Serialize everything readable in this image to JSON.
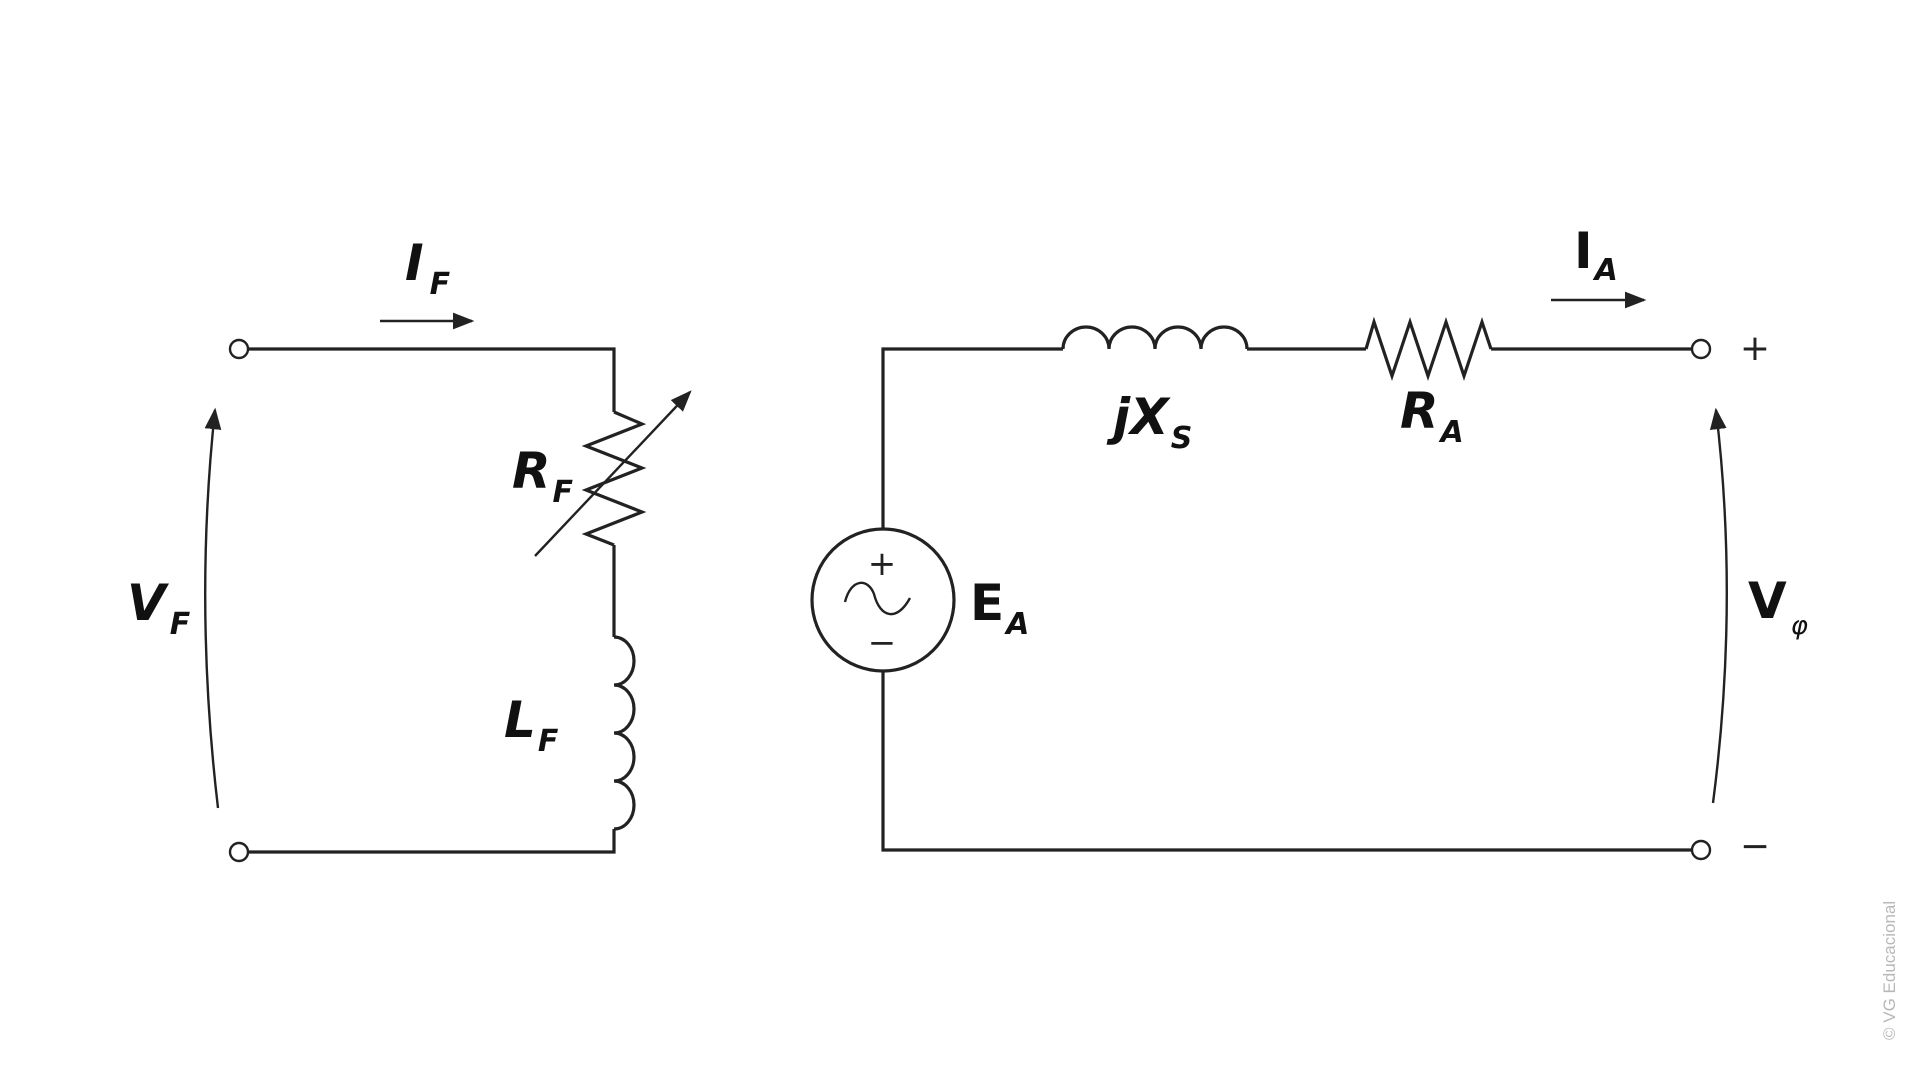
{
  "field_circuit": {
    "current_label": {
      "main": "I",
      "sub": "F"
    },
    "voltage_label": {
      "main": "V",
      "sub": "F"
    },
    "resistor_label": {
      "main": "R",
      "sub": "F"
    },
    "inductor_label": {
      "main": "L",
      "sub": "F"
    }
  },
  "armature_circuit": {
    "source_label": {
      "main": "E",
      "sub": "A"
    },
    "source_plus": "+",
    "source_minus": "−",
    "reactance_label": {
      "main": "jX",
      "sub": "S"
    },
    "resistor_label": {
      "main": "R",
      "sub": "A"
    },
    "current_label": {
      "main": "I",
      "sub": "A"
    },
    "output_voltage_label": {
      "main": "V",
      "sub": "φ"
    },
    "terminal_plus": "+",
    "terminal_minus": "−"
  },
  "watermark": "© VG Educacional",
  "colors": {
    "line": "#222222",
    "text": "#111111",
    "watermark": "#b8b8b8"
  }
}
